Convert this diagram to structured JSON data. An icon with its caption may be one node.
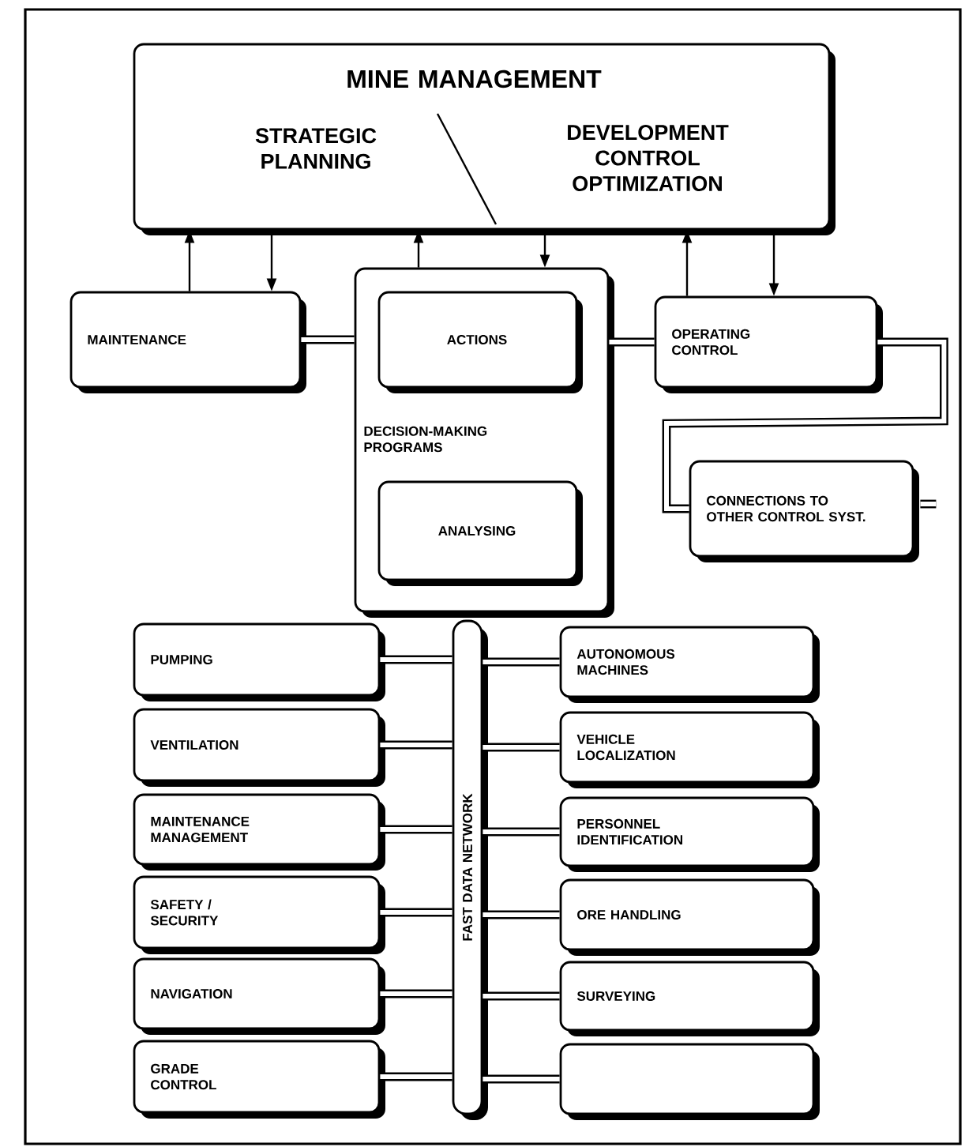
{
  "diagram": {
    "nodes": [
      {
        "text": [
          "MINE MANAGEMENT",
          "STRATEGIC PLANNING",
          "DEVELOPMENT CONTROL OPTIMIZATION"
        ]
      },
      {
        "text": [
          "MAINTENANCE"
        ]
      },
      {
        "text": [
          "DECISION-MAKING PROGRAMS"
        ]
      },
      {
        "text": [
          "ACTIONS"
        ],
        "in": 2
      },
      {
        "text": [
          "ANALYSING"
        ],
        "in": 2
      },
      {
        "text": [
          "OPERATING CONTROL"
        ]
      },
      {
        "text": [
          "CONNECTIONS TO OTHER CONTROL SYST."
        ]
      },
      {
        "text": [
          "FAST DATA NETWORK"
        ]
      },
      {
        "text": [
          "PUMPING"
        ]
      },
      {
        "text": [
          "VENTILATION"
        ]
      },
      {
        "text": [
          "MAINTENANCE MANAGEMENT"
        ]
      },
      {
        "text": [
          "SAFETY / SECURITY"
        ]
      },
      {
        "text": [
          "NAVIGATION"
        ]
      },
      {
        "text": [
          "GRADE CONTROL"
        ]
      },
      {
        "text": [
          "AUTONOMOUS MACHINES"
        ]
      },
      {
        "text": [
          "VEHICLE LOCALIZATION"
        ]
      },
      {
        "text": [
          "PERSONNEL IDENTIFICATION"
        ]
      },
      {
        "text": [
          "ORE HANDLING"
        ]
      },
      {
        "text": [
          "SURVEYING"
        ]
      },
      {
        "text": [],
        "shape": "box"
      }
    ],
    "edges": [
      {
        "from": 1,
        "to": 0,
        "arrow": "to"
      },
      {
        "from": 0,
        "to": 1,
        "arrow": "to"
      },
      {
        "from": 2,
        "to": 0,
        "arrow": "to"
      },
      {
        "from": 0,
        "to": 2,
        "arrow": "to"
      },
      {
        "from": 5,
        "to": 0,
        "arrow": "to"
      },
      {
        "from": 0,
        "to": 5,
        "arrow": "to"
      },
      {
        "from": 1,
        "to": 2,
        "arrow": "none"
      },
      {
        "from": 2,
        "to": 5,
        "arrow": "none"
      },
      {
        "from": 5,
        "to": 6,
        "arrow": "none"
      },
      {
        "from": 6,
        "to": null,
        "arrow": "none"
      },
      {
        "from": 8,
        "to": 7,
        "arrow": "none"
      },
      {
        "from": 9,
        "to": 7,
        "arrow": "none"
      },
      {
        "from": 10,
        "to": 7,
        "arrow": "none"
      },
      {
        "from": 11,
        "to": 7,
        "arrow": "none"
      },
      {
        "from": 12,
        "to": 7,
        "arrow": "none"
      },
      {
        "from": 13,
        "to": 7,
        "arrow": "none"
      },
      {
        "from": 7,
        "to": 14,
        "arrow": "none"
      },
      {
        "from": 7,
        "to": 15,
        "arrow": "none"
      },
      {
        "from": 7,
        "to": 16,
        "arrow": "none"
      },
      {
        "from": 7,
        "to": 17,
        "arrow": "none"
      },
      {
        "from": 7,
        "to": 18,
        "arrow": "none"
      },
      {
        "from": 7,
        "to": 19,
        "arrow": "none"
      }
    ]
  }
}
